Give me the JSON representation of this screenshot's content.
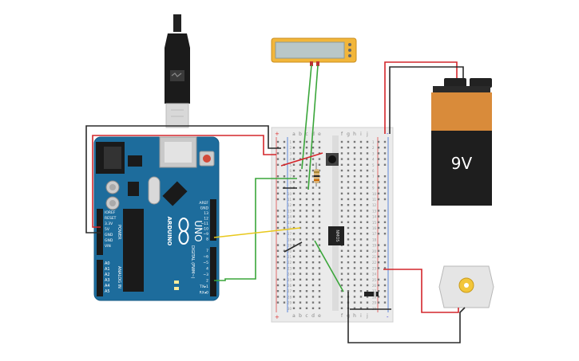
{
  "arduino": {
    "brand": "ARDUINO",
    "model": "UNO",
    "power_header": [
      "IOREF",
      "RESET",
      "3.3V",
      "5V",
      "GND",
      "GND",
      "VIN"
    ],
    "power_title": "POWER",
    "analog_header": [
      "A0",
      "A1",
      "A2",
      "A3",
      "A4",
      "A5"
    ],
    "analog_title": "ANALOG IN",
    "digital_top": [
      "AREF",
      "GND",
      "13",
      "12",
      "~11",
      "~10",
      "~9",
      "8"
    ],
    "digital_bottom": [
      "7",
      "~6",
      "~5",
      "4",
      "~3",
      "2",
      "TX▸1",
      "RX◂0"
    ],
    "digital_title": "DIGITAL (PWM~)"
  },
  "breadboard": {
    "col_letters_left": [
      "a",
      "b",
      "c",
      "d",
      "e"
    ],
    "col_letters_right": [
      "f",
      "g",
      "h",
      "i",
      "j"
    ],
    "row_numbers": [
      "1",
      "2",
      "3",
      "4",
      "5",
      "6",
      "7",
      "8",
      "9",
      "10",
      "11",
      "12",
      "13",
      "14",
      "15",
      "16",
      "17",
      "18",
      "19",
      "20",
      "21",
      "22",
      "23",
      "24",
      "25",
      "26",
      "27",
      "28",
      "29",
      "30"
    ],
    "rail_plus": "+",
    "rail_minus": "-"
  },
  "battery": {
    "label": "9V"
  },
  "transistor": {
    "label": "NMOS"
  },
  "colors": {
    "red_wire": "#d3262b",
    "black_wire": "#2b2b2b",
    "green_wire": "#3aa63a",
    "yellow_wire": "#e8c81c",
    "board_teal": "#1d6c9c",
    "battery_orange": "#d98b3a",
    "lcd_frame": "#f2b63a"
  },
  "icons": [
    "usb-plug-icon",
    "lcd-module-icon",
    "pushbutton-icon",
    "resistor-icon",
    "diode-icon",
    "dc-motor-icon",
    "battery-9v-icon"
  ]
}
